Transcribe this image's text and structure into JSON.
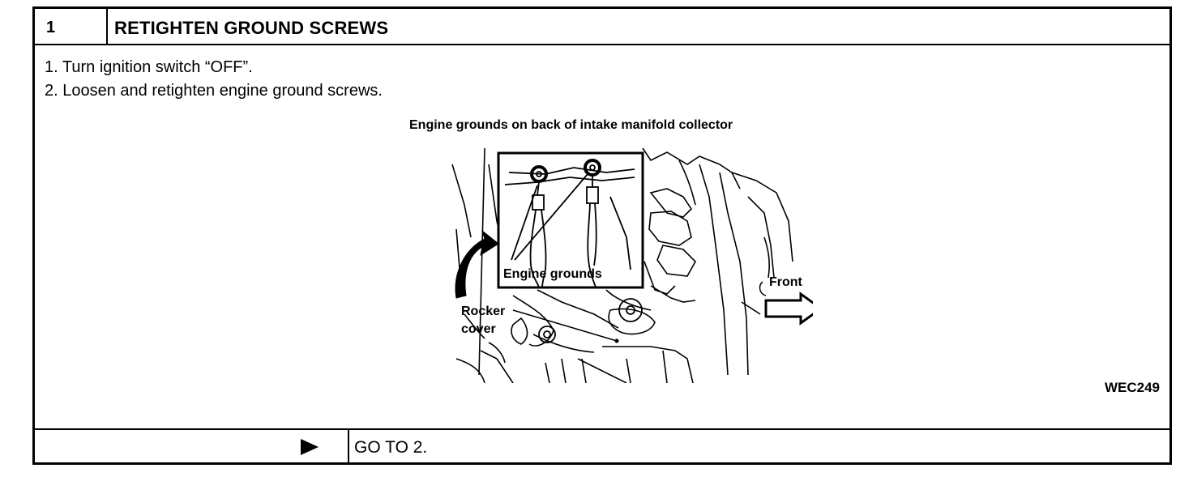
{
  "step": {
    "number": "1",
    "title": "RETIGHTEN GROUND SCREWS"
  },
  "instructions": [
    "1.  Turn ignition switch “OFF”.",
    "2.  Loosen and retighten engine ground screws."
  ],
  "figure": {
    "caption": "Engine grounds on back of intake manifold collector",
    "inset_label": "Engine grounds",
    "front_label": "Front",
    "rocker_label_line1": "Rocker",
    "rocker_label_line2": "cover",
    "figure_id": "WEC249"
  },
  "footer": {
    "icon": "play-arrow-icon",
    "action": "GO TO 2."
  }
}
